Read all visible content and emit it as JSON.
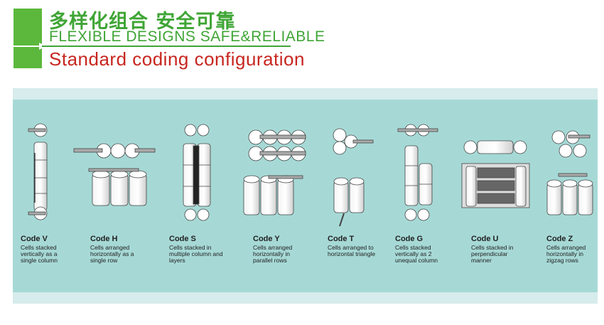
{
  "header": {
    "title_cn": "多样化组合 安全可靠",
    "title_en": "FLEXIBLE DESIGNS SAFE&RELIABLE",
    "subtitle": "Standard coding configuration"
  },
  "colors": {
    "accent_green": "#3fa535",
    "accent_red": "#c7261f",
    "panel": "#a6d9d6"
  },
  "configs": [
    {
      "code": "Code V",
      "desc": "Cells stacked vertically as a single column"
    },
    {
      "code": "Code H",
      "desc": "Cells arranged horizontally as a single row"
    },
    {
      "code": "Code S",
      "desc": "Cells stacked in multiple column and layers"
    },
    {
      "code": "Code Y",
      "desc": "Cells arranged horizontally in parallel rows"
    },
    {
      "code": "Code T",
      "desc": "Cells arranged to horizontal triangle"
    },
    {
      "code": "Code G",
      "desc": "Cells stacked vertically as 2 unequal column"
    },
    {
      "code": "Code U",
      "desc": "Cells stacked in perpendicular manner"
    },
    {
      "code": "Code Z",
      "desc": "Cells arranged horizontally in zigzag rows"
    }
  ]
}
